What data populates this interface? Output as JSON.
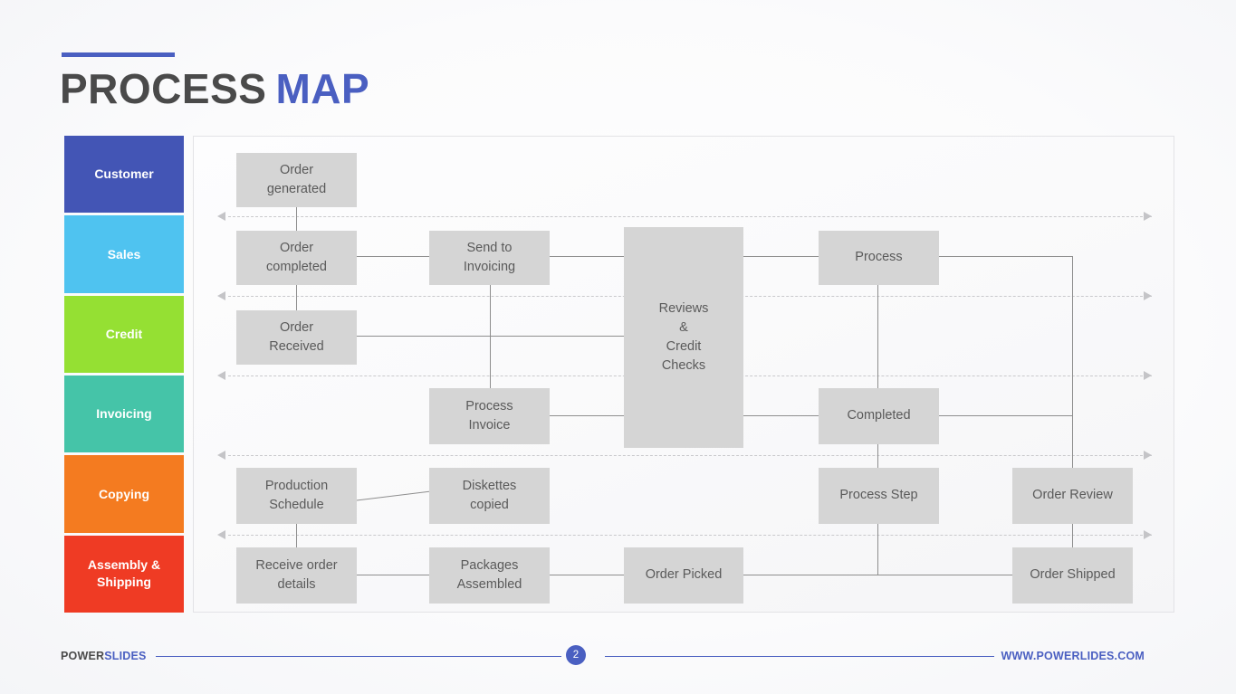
{
  "header": {
    "title_primary": "PROCESS",
    "title_secondary": "MAP",
    "accent_color": "#4a5fc1"
  },
  "lanes": [
    {
      "label": "Customer",
      "color": "#4355b5"
    },
    {
      "label": "Sales",
      "color": "#4fc3f0"
    },
    {
      "label": "Credit",
      "color": "#95e033"
    },
    {
      "label": "Invoicing",
      "color": "#45c4a8"
    },
    {
      "label": "Copying",
      "color": "#f47b20"
    },
    {
      "label": "Assembly & Shipping",
      "color": "#ef3b24"
    }
  ],
  "nodes": [
    {
      "id": "order-generated",
      "label": "Order\ngenerated",
      "lane": "Customer"
    },
    {
      "id": "order-completed",
      "label": "Order\ncompleted",
      "lane": "Sales"
    },
    {
      "id": "send-to-invoicing",
      "label": "Send to\nInvoicing",
      "lane": "Sales"
    },
    {
      "id": "reviews-credit-checks",
      "label": "Reviews\n&\nCredit\nChecks",
      "lane": "Sales-Invoicing"
    },
    {
      "id": "process",
      "label": "Process",
      "lane": "Sales"
    },
    {
      "id": "order-received",
      "label": "Order\nReceived",
      "lane": "Credit"
    },
    {
      "id": "process-invoice",
      "label": "Process\nInvoice",
      "lane": "Invoicing"
    },
    {
      "id": "completed",
      "label": "Completed",
      "lane": "Invoicing"
    },
    {
      "id": "production-schedule",
      "label": "Production\nSchedule",
      "lane": "Copying"
    },
    {
      "id": "diskettes-copied",
      "label": "Diskettes\ncopied",
      "lane": "Copying"
    },
    {
      "id": "process-step",
      "label": "Process Step",
      "lane": "Copying"
    },
    {
      "id": "order-review",
      "label": "Order Review",
      "lane": "Copying"
    },
    {
      "id": "receive-order-details",
      "label": "Receive order\ndetails",
      "lane": "Assembly & Shipping"
    },
    {
      "id": "packages-assembled",
      "label": "Packages\nAssembled",
      "lane": "Assembly & Shipping"
    },
    {
      "id": "order-picked",
      "label": "Order Picked",
      "lane": "Assembly & Shipping"
    },
    {
      "id": "order-shipped",
      "label": "Order Shipped",
      "lane": "Assembly & Shipping"
    }
  ],
  "node_style": {
    "fill": "#d5d5d5",
    "text_color": "#5a5a5a"
  },
  "connector_style": {
    "line_color": "#8e8e8e",
    "lane_separator_color": "#c9c9cc"
  },
  "footer": {
    "brand_primary": "POWER",
    "brand_secondary": "SLIDES",
    "page_number": "2",
    "site_url": "WWW.POWERLIDES.COM",
    "rule_color": "#4a5fc1"
  }
}
